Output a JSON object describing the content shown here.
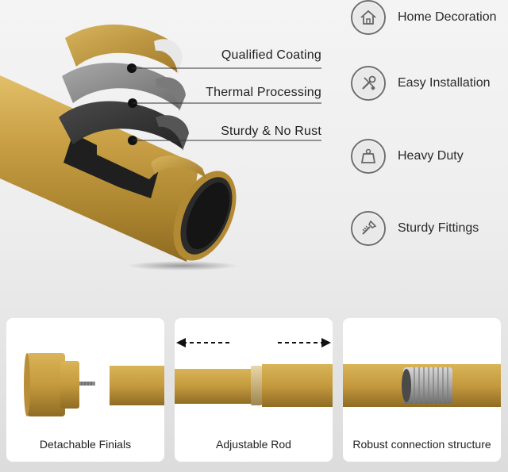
{
  "layers": [
    {
      "label": "Qualified Coating"
    },
    {
      "label": "Thermal Processing"
    },
    {
      "label": "Sturdy & No Rust"
    }
  ],
  "features": [
    {
      "label": "Home Decoration",
      "icon": "house-icon"
    },
    {
      "label": "Easy Installation",
      "icon": "wrench-screwdriver-icon"
    },
    {
      "label": "Heavy Duty",
      "icon": "weight-icon"
    },
    {
      "label": "Sturdy Fittings",
      "icon": "screw-icon"
    }
  ],
  "cards": [
    {
      "caption": "Detachable Finials"
    },
    {
      "caption": "Adjustable Rod"
    },
    {
      "caption": "Robust connection structure"
    }
  ],
  "colors": {
    "brass": "#c49a3f",
    "dark_layer": "#3a3a3a",
    "grey_layer": "#8e8e8e"
  }
}
